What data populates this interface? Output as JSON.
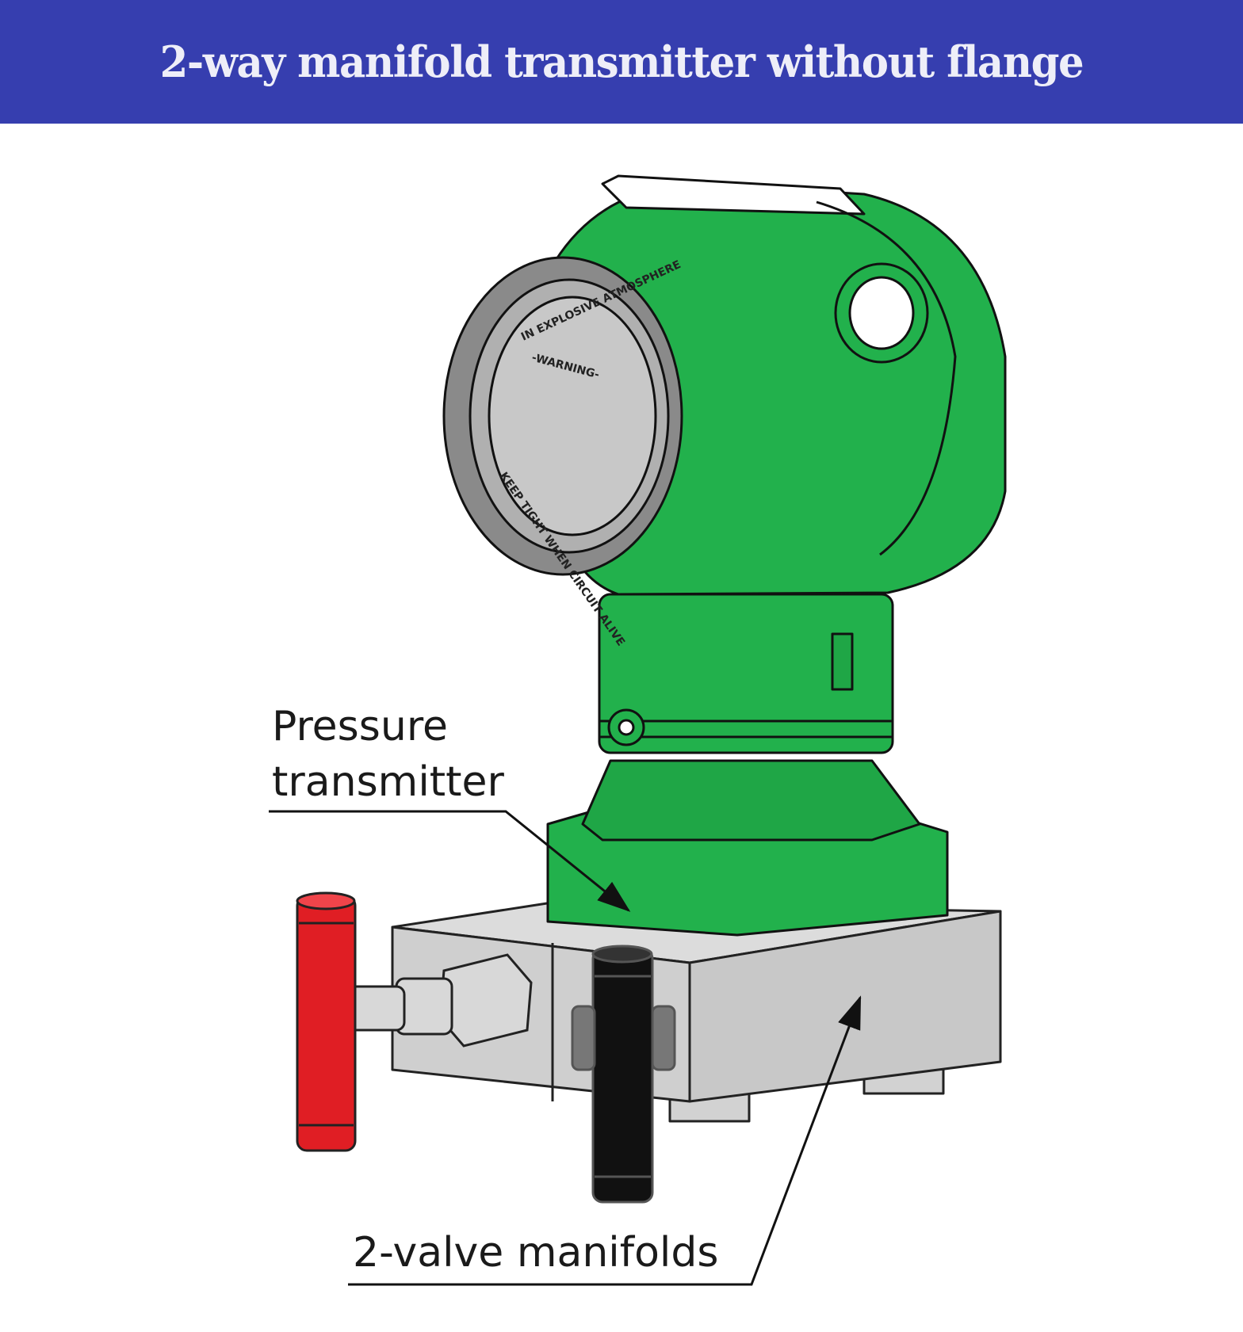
{
  "title": "2-way manifold transmitter without flange",
  "labels": {
    "pressure_transmitter_line1": "Pressure",
    "pressure_transmitter_line2": "transmitter",
    "manifold": "2-valve manifolds"
  },
  "cover_text": {
    "ring": "IN EXPLOSIVE ATMOSPHERE",
    "warning": "-WARNING-",
    "bottom": "KEEP TIGHT WHEN CIRCUIT ALIVE"
  },
  "colors": {
    "title_bar": "#363eaf",
    "transmitter_body": "#22b14c",
    "manifold_block": "#cfcfcf",
    "valve_high": "#e01e24",
    "valve_low": "#111111",
    "cover": "#c8c8c8"
  }
}
